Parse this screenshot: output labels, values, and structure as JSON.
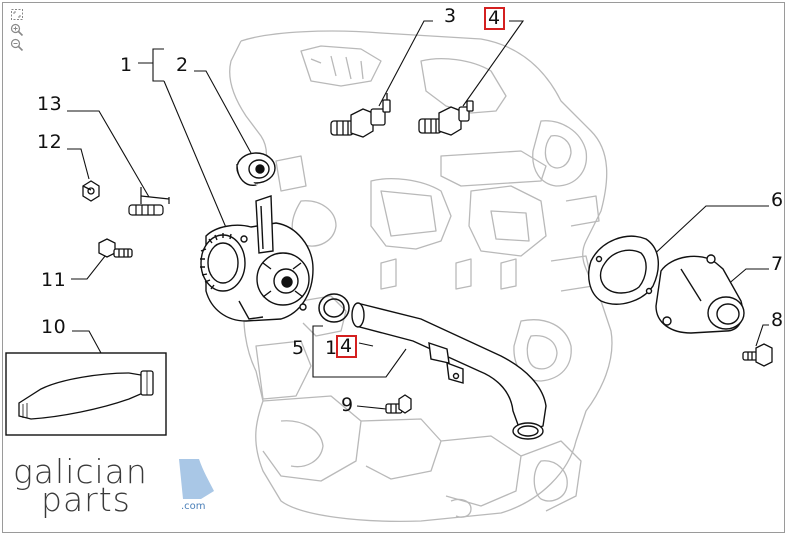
{
  "callouts": {
    "c1": "1",
    "c2": "2",
    "c3": "3",
    "c4_top": "4",
    "c5": "5",
    "c6": "6",
    "c7": "7",
    "c8": "8",
    "c9": "9",
    "c10": "10",
    "c11": "11",
    "c12": "12",
    "c13": "13",
    "c14_prefix": "1",
    "c14_digit": "4"
  },
  "logo": {
    "line1": "galician",
    "line2": "parts",
    "tld": ".com",
    "accent_color": "#a9c7e6"
  },
  "highlight_color": "#d42020",
  "line_color": "#111111",
  "engine_color": "#b9b9b9"
}
